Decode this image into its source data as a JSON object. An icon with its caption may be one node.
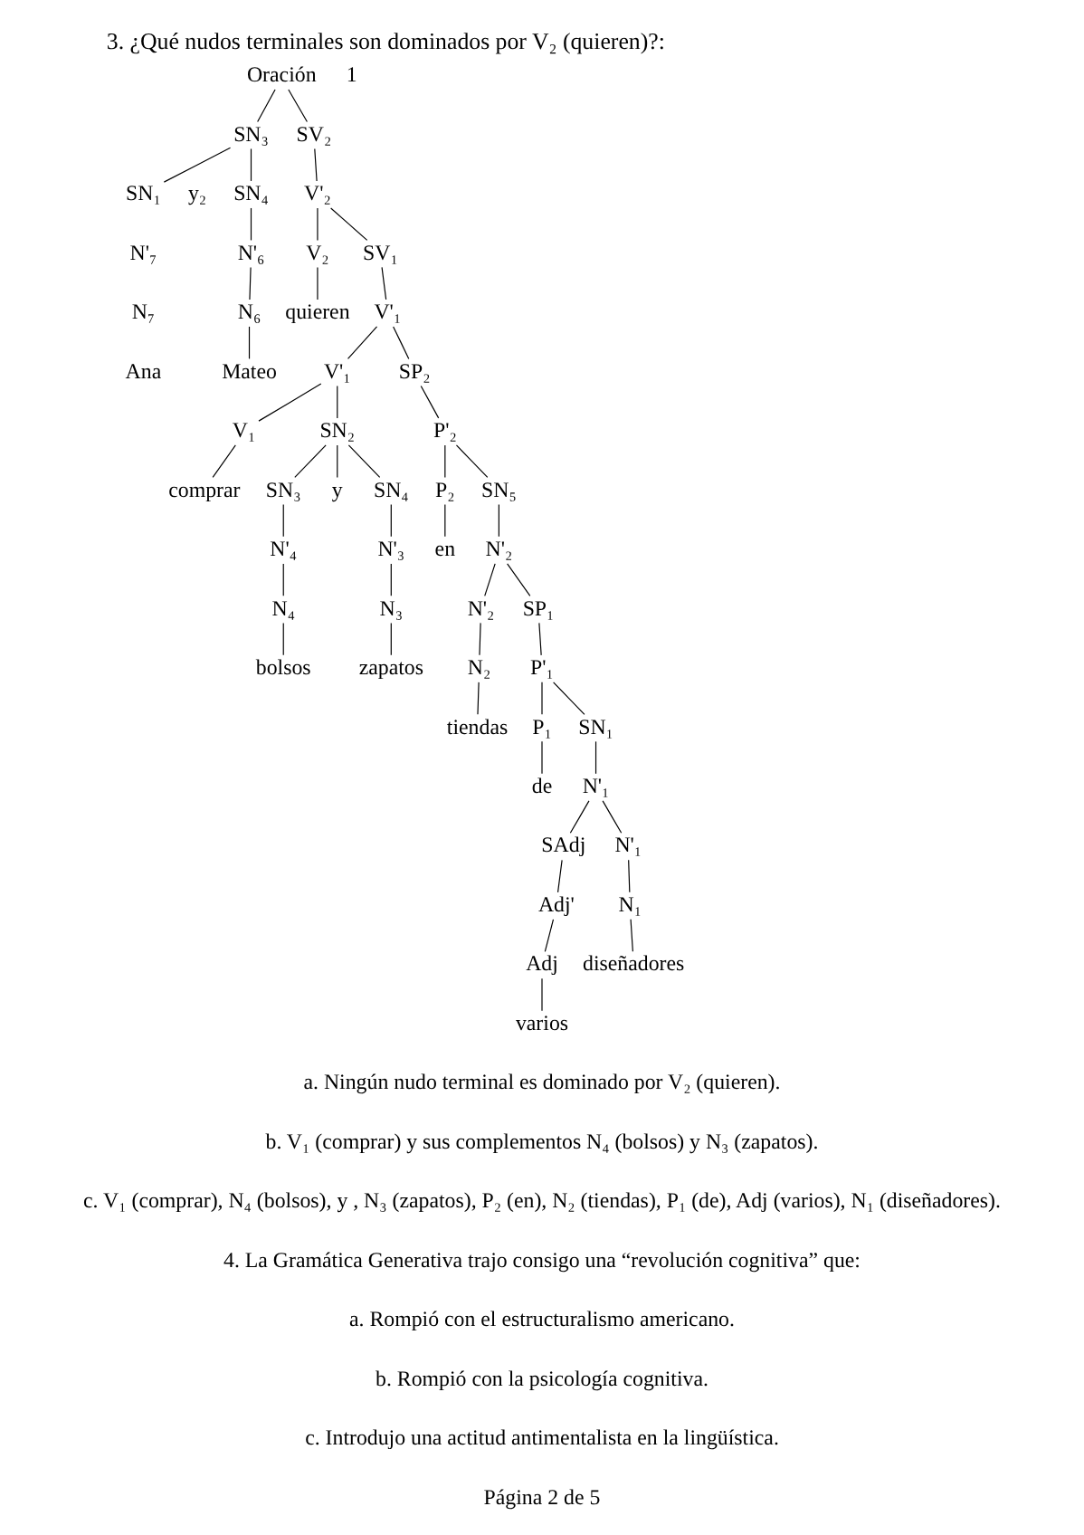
{
  "diagram": {
    "title": "3. ¿Qué nudos terminales son dominados por V₂ (quieren)?:",
    "nodes": [
      {
        "text": [
          "Oración"
        ]
      },
      {
        "text": [
          "SN₃"
        ]
      },
      {
        "text": [
          "SV₂"
        ]
      },
      {
        "text": [
          "SN₁"
        ]
      },
      {
        "text": [
          "SN₄"
        ]
      },
      {
        "text": [
          "N'₆"
        ]
      },
      {
        "text": [
          "N₆"
        ]
      },
      {
        "text": [
          "Mateo"
        ]
      },
      {
        "text": [
          "V'₂"
        ]
      },
      {
        "text": [
          "V₂"
        ]
      },
      {
        "text": [
          "quieren"
        ]
      },
      {
        "text": [
          "SV₁"
        ]
      },
      {
        "text": [
          "V'₁"
        ]
      },
      {
        "text": [
          "V'₁"
        ]
      },
      {
        "text": [
          "SP₂"
        ]
      },
      {
        "text": [
          "V₁"
        ]
      },
      {
        "text": [
          "comprar"
        ]
      },
      {
        "text": [
          "SN₂"
        ]
      },
      {
        "text": [
          "SN₃"
        ]
      },
      {
        "text": [
          "y"
        ]
      },
      {
        "text": [
          "SN₄"
        ]
      },
      {
        "text": [
          "N'₄"
        ]
      },
      {
        "text": [
          "N₄"
        ]
      },
      {
        "text": [
          "bolsos"
        ]
      },
      {
        "text": [
          "N'₃"
        ]
      },
      {
        "text": [
          "N₃"
        ]
      },
      {
        "text": [
          "zapatos"
        ]
      },
      {
        "text": [
          "P'₂"
        ]
      },
      {
        "text": [
          "P₂"
        ]
      },
      {
        "text": [
          "en"
        ]
      },
      {
        "text": [
          "SN₅"
        ]
      },
      {
        "text": [
          "N'₂"
        ]
      },
      {
        "text": [
          "N'₂"
        ]
      },
      {
        "text": [
          "SP₁"
        ]
      },
      {
        "text": [
          "N₂"
        ]
      },
      {
        "text": [
          "tiendas"
        ]
      },
      {
        "text": [
          "P'₁"
        ]
      },
      {
        "text": [
          "P₁"
        ]
      },
      {
        "text": [
          "de"
        ]
      },
      {
        "text": [
          "SN₁"
        ]
      },
      {
        "text": [
          "N'₁"
        ]
      },
      {
        "text": [
          "SAdj"
        ]
      },
      {
        "text": [
          "N'₁"
        ]
      },
      {
        "text": [
          "Adj'"
        ]
      },
      {
        "text": [
          "Adj"
        ]
      },
      {
        "text": [
          "varios"
        ]
      },
      {
        "text": [
          "N₁"
        ]
      },
      {
        "text": [
          "diseñadores"
        ]
      }
    ],
    "edges": [
      {
        "from": 0,
        "to": 1,
        "arrow": "none"
      },
      {
        "from": 0,
        "to": 2,
        "arrow": "none"
      },
      {
        "from": 1,
        "to": 3,
        "arrow": "none"
      },
      {
        "from": 1,
        "to": 4,
        "arrow": "none"
      },
      {
        "from": 4,
        "to": 5,
        "arrow": "none"
      },
      {
        "from": 5,
        "to": 6,
        "arrow": "none"
      },
      {
        "from": 6,
        "to": 7,
        "arrow": "none"
      },
      {
        "from": 2,
        "to": 8,
        "arrow": "none"
      },
      {
        "from": 8,
        "to": 9,
        "arrow": "none"
      },
      {
        "from": 9,
        "to": 10,
        "arrow": "none"
      },
      {
        "from": 8,
        "to": 11,
        "arrow": "none"
      },
      {
        "from": 11,
        "to": 12,
        "arrow": "none"
      },
      {
        "from": 12,
        "to": 13,
        "arrow": "none"
      },
      {
        "from": 12,
        "to": 14,
        "arrow": "none"
      },
      {
        "from": 13,
        "to": 15,
        "arrow": "none"
      },
      {
        "from": 15,
        "to": 16,
        "arrow": "none"
      },
      {
        "from": 13,
        "to": 17,
        "arrow": "none"
      },
      {
        "from": 17,
        "to": 18,
        "arrow": "none"
      },
      {
        "from": 17,
        "to": 19,
        "arrow": "none"
      },
      {
        "from": 17,
        "to": 20,
        "arrow": "none"
      },
      {
        "from": 18,
        "to": 21,
        "arrow": "none"
      },
      {
        "from": 21,
        "to": 22,
        "arrow": "none"
      },
      {
        "from": 22,
        "to": 23,
        "arrow": "none"
      },
      {
        "from": 20,
        "to": 24,
        "arrow": "none"
      },
      {
        "from": 24,
        "to": 25,
        "arrow": "none"
      },
      {
        "from": 25,
        "to": 26,
        "arrow": "none"
      },
      {
        "from": 14,
        "to": 27,
        "arrow": "none"
      },
      {
        "from": 27,
        "to": 28,
        "arrow": "none"
      },
      {
        "from": 28,
        "to": 29,
        "arrow": "none"
      },
      {
        "from": 27,
        "to": 30,
        "arrow": "none"
      },
      {
        "from": 30,
        "to": 31,
        "arrow": "none"
      },
      {
        "from": 31,
        "to": 32,
        "arrow": "none"
      },
      {
        "from": 31,
        "to": 33,
        "arrow": "none"
      },
      {
        "from": 32,
        "to": 34,
        "arrow": "none"
      },
      {
        "from": 34,
        "to": 35,
        "arrow": "none"
      },
      {
        "from": 33,
        "to": 36,
        "arrow": "none"
      },
      {
        "from": 36,
        "to": 37,
        "arrow": "none"
      },
      {
        "from": 37,
        "to": 38,
        "arrow": "none"
      },
      {
        "from": 36,
        "to": 39,
        "arrow": "none"
      },
      {
        "from": 39,
        "to": 40,
        "arrow": "none"
      },
      {
        "from": 40,
        "to": 41,
        "arrow": "none"
      },
      {
        "from": 40,
        "to": 42,
        "arrow": "none"
      },
      {
        "from": 41,
        "to": 43,
        "arrow": "none"
      },
      {
        "from": 43,
        "to": 44,
        "arrow": "none"
      },
      {
        "from": 44,
        "to": 45,
        "arrow": "none"
      },
      {
        "from": 42,
        "to": 46,
        "arrow": "none"
      },
      {
        "from": 46,
        "to": 47,
        "arrow": "none"
      }
    ],
    "labels": [
      "1",
      "y₂",
      "N'₇",
      "N₇",
      "Ana",
      "a. Ningún nudo terminal es dominado por V₂ (quieren).",
      "b. V₁ (comprar) y sus complementos N₄ (bolsos) y N₃ (zapatos).",
      "c. V₁ (comprar), N₄ (bolsos), y , N₃ (zapatos), P₂ (en), N₂ (tiendas), P₁ (de), Adj (varios), N₁ (diseñadores).",
      "4. La Gramática Generativa trajo consigo una “revolución cognitiva” que:",
      "a. Rompió con el estructuralismo americano.",
      "b. Rompió con la psicología cognitiva.",
      "c. Introdujo una actitud antimentalista en la lingüística.",
      "Página 2 de 5"
    ]
  }
}
